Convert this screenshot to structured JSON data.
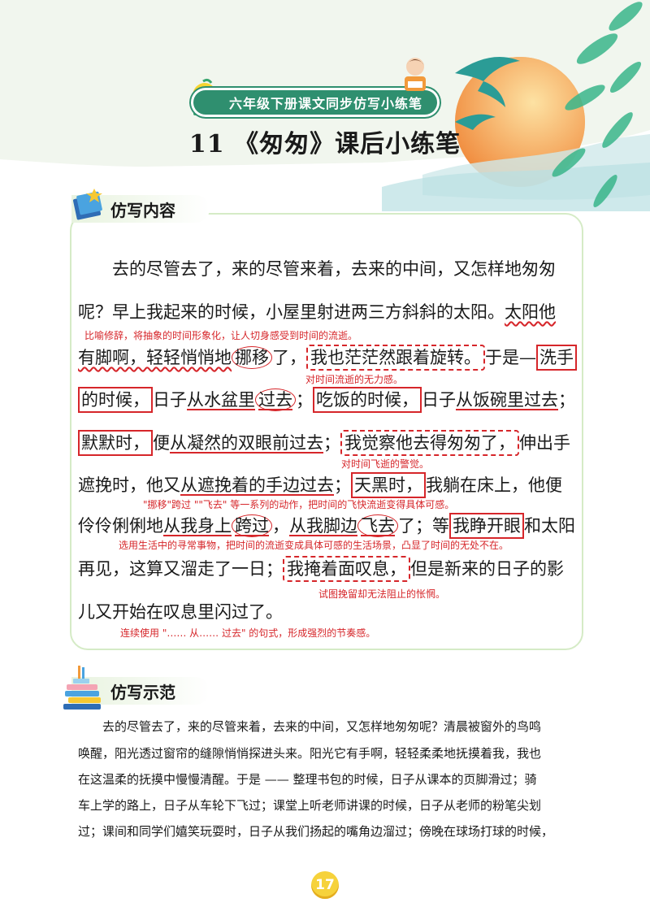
{
  "header": {
    "banner": "六年级下册课文同步仿写小练笔",
    "lesson_title": "11 《匆匆》课后小练笔"
  },
  "section1": {
    "label": "仿写内容"
  },
  "section2": {
    "label": "仿写示范"
  },
  "passage": {
    "l1": "去的尽管去了，来的尽管来着，去来的中间，又怎样地匆匆",
    "l2a": "呢？早上我起来的时候，小屋里射进两三方斜斜的太阳。",
    "l2b": "太阳他",
    "l3a": "有脚啊，轻轻悄悄地",
    "l3b": "挪移",
    "l3c": "了，",
    "l3d": "我也茫茫然跟着旋转。",
    "l3e": "于是—",
    "l3f": "洗手",
    "l4a": "的时候，",
    "l4b": "日子",
    "l4c": "从水盆里",
    "l4d": "过去",
    "l4e": "；",
    "l4f": "吃饭的时候，",
    "l4g": "日子",
    "l4h": "从饭碗里过去",
    "l4i": "；",
    "l5a": "默默时，",
    "l5b": "便",
    "l5c": "从凝然的双眼前过去",
    "l5d": "；",
    "l5e": "我觉察他去得匆匆了，",
    "l5f": "伸出手",
    "l6a": "遮挽时，他又",
    "l6b": "从遮挽着的手边过去",
    "l6c": "；",
    "l6d": "天黑时，",
    "l6e": "我躺在床上，他便",
    "l7a": "伶伶俐俐地",
    "l7b": "从我身上",
    "l7c": "跨过",
    "l7d": "，",
    "l7e": "从我脚边",
    "l7f": "飞去",
    "l7g": "了；等",
    "l7h": "我睁开眼",
    "l7i": "和太阳",
    "l8a": "再见，这算又溜走了一日；",
    "l8b": "我掩着面叹息，",
    "l8c": "但是新来的日子的影",
    "l9": "儿又开始在叹息里闪过了。"
  },
  "notes": {
    "n1": "比喻修辞，将抽象的时间形象化，让人切身感受到时间的流逝。",
    "n2": "对时间流逝的无力感。",
    "n3": "对时间飞逝的警觉。",
    "n4": "\"挪移\"跨过 \"\"飞去\" 等一系列的动作，把时间的飞快流逝变得具体可感。",
    "n5": "选用生活中的寻常事物，把时间的流逝变成具体可感的生活场景，凸显了时间的无处不在。",
    "n6": "试图挽留却无法阻止的怅惘。",
    "n7": "连续使用 \"…… 从…… 过去\" 的句式，形成强烈的节奏感。"
  },
  "example": {
    "e1": "去的尽管去了，来的尽管来着，去来的中间，又怎样地匆匆呢？清晨被窗外的鸟鸣",
    "e2": "唤醒，阳光透过窗帘的缝隙悄悄探进头来。阳光它有手啊，轻轻柔柔地抚摸着我，我也",
    "e3": "在这温柔的抚摸中慢慢清醒。于是 —— 整理书包的时候，日子从课本的页脚滑过；骑",
    "e4": "车上学的路上，日子从车轮下飞过；课堂上听老师讲课的时候，日子从老师的粉笔尖划",
    "e5": "过；课间和同学们嬉笑玩耍时，日子从我们扬起的嘴角边溜过；傍晚在球场打球的时候，"
  },
  "page_number": "17",
  "colors": {
    "accent_red": "#d6262a",
    "banner_green": "#2f8f6f",
    "box_border": "#d5ebc6"
  }
}
